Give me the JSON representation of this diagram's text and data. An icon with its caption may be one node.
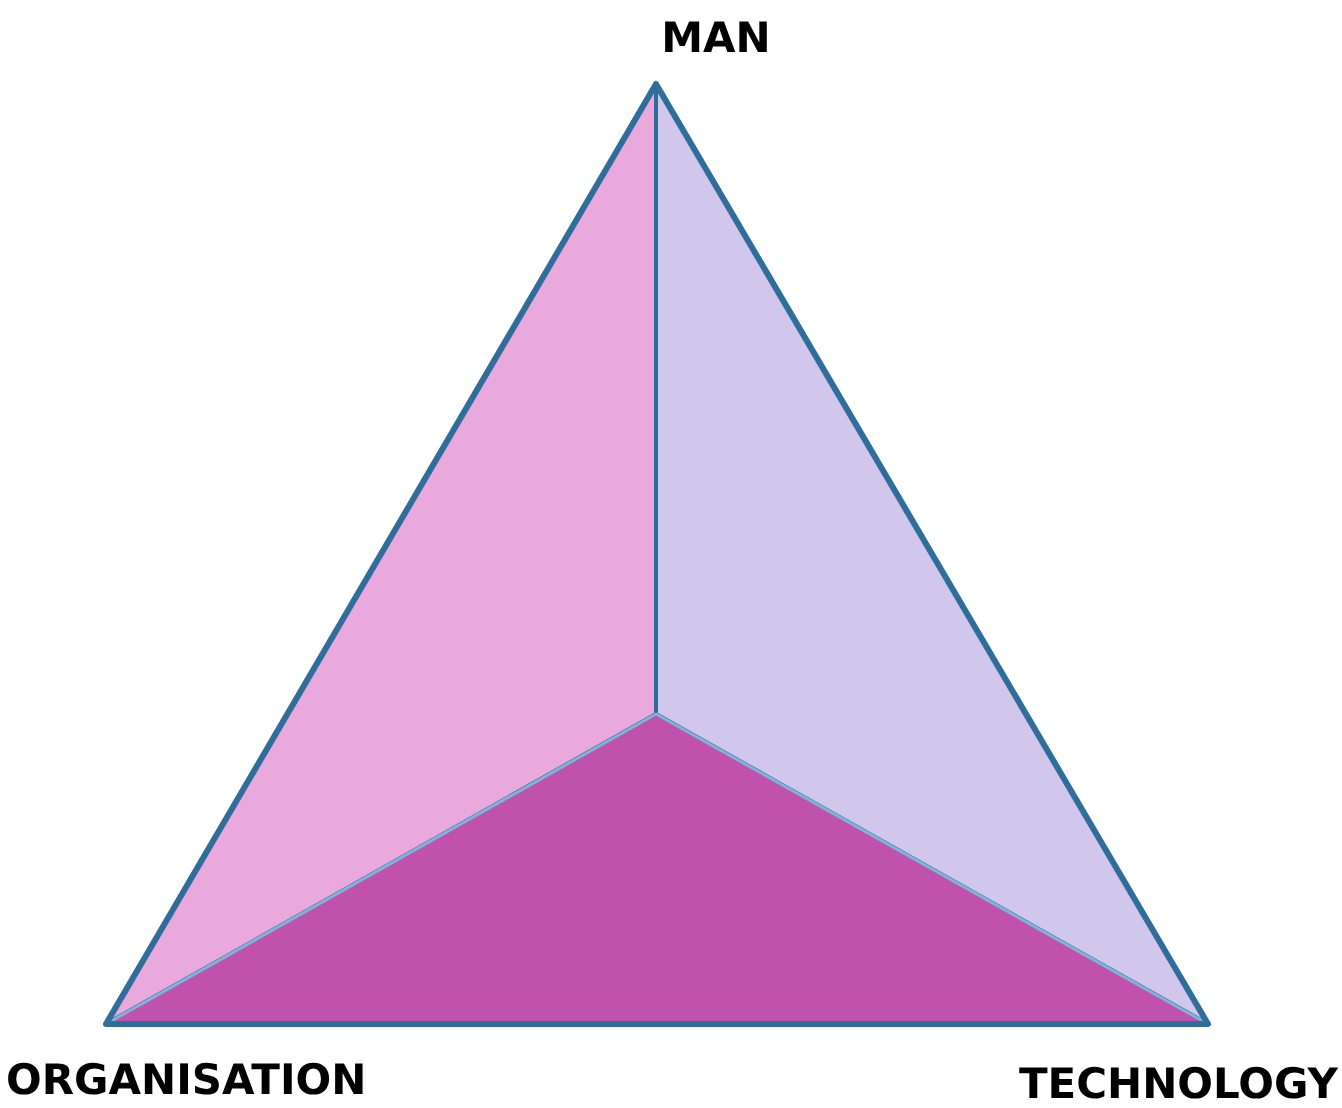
{
  "diagram": {
    "labels": [
      "MAN",
      "ORGANISATION",
      "TECHNOLOGY"
    ]
  }
}
